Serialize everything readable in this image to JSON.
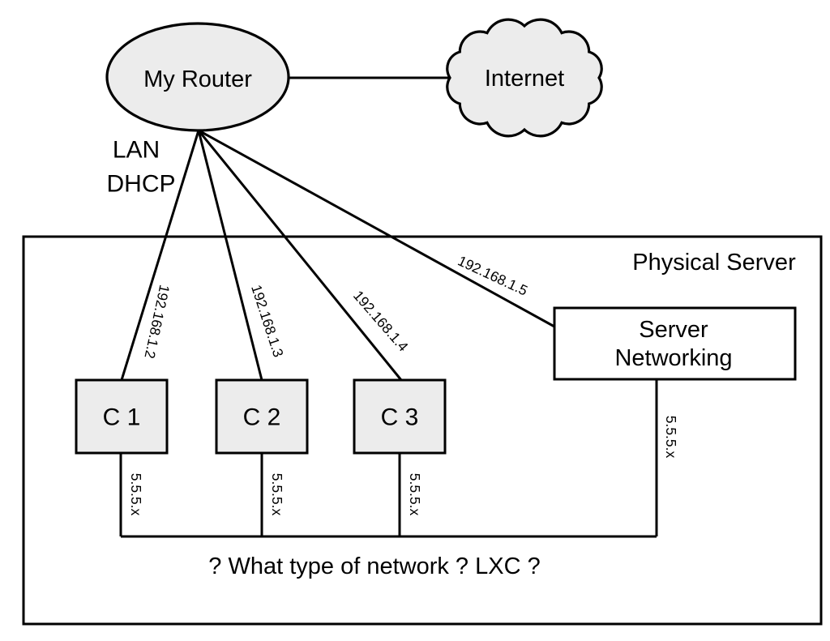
{
  "colors": {
    "node_fill": "#ececec",
    "box_fill": "#ffffff",
    "stroke": "#000000",
    "background": "#ffffff"
  },
  "nodes": {
    "router": {
      "label": "My Router"
    },
    "internet": {
      "label": "Internet"
    },
    "physical_server": {
      "label": "Physical Server"
    },
    "server_networking": {
      "line1": "Server",
      "line2": "Networking"
    },
    "c1": {
      "label": "C 1"
    },
    "c2": {
      "label": "C 2"
    },
    "c3": {
      "label": "C 3"
    }
  },
  "router_annotations": {
    "lan": "LAN",
    "dhcp": "DHCP"
  },
  "edges": {
    "router_c1": {
      "label": "192.168.1.2"
    },
    "router_c2": {
      "label": "192.168.1.3"
    },
    "router_c3": {
      "label": "192.168.1.4"
    },
    "router_server_networking": {
      "label": "192.168.1.5"
    },
    "c1_bus": {
      "label": "5.5.5.x"
    },
    "c2_bus": {
      "label": "5.5.5.x"
    },
    "c3_bus": {
      "label": "5.5.5.x"
    },
    "server_networking_bus": {
      "label": "5.5.5.x"
    }
  },
  "annotations": {
    "question": "? What type of network ? LXC ?"
  }
}
